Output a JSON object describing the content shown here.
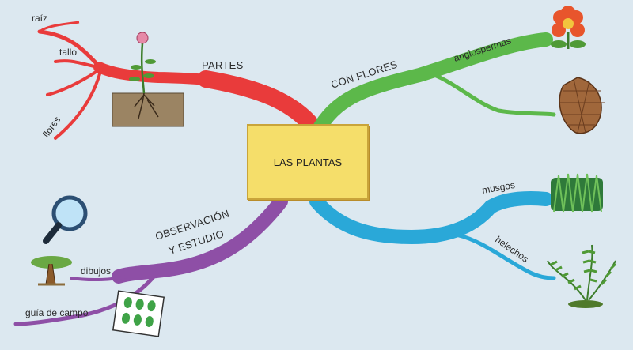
{
  "center": "LAS PLANTAS",
  "branches": {
    "partes": {
      "label": "PARTES",
      "color": "#e93b3b",
      "items": [
        "raíz",
        "tallo",
        "flores"
      ]
    },
    "con_flores": {
      "label": "CON FLORES",
      "color": "#5cb84a",
      "items": [
        "angiospermas"
      ]
    },
    "sin_flores": {
      "color": "#2aa8d8",
      "items": [
        "musgos",
        "helechos"
      ]
    },
    "observacion": {
      "label_line1": "OBSERVACIÓN",
      "label_line2": "Y ESTUDIO",
      "color": "#8e4fa6",
      "items": [
        "dibujos",
        "guía de campo"
      ]
    }
  },
  "icons": [
    "plant-with-roots-icon",
    "flower-icon",
    "pinecone-icon",
    "moss-icon",
    "fern-icon",
    "magnifier-icon",
    "tree-drawing-icon",
    "field-guide-icon"
  ]
}
